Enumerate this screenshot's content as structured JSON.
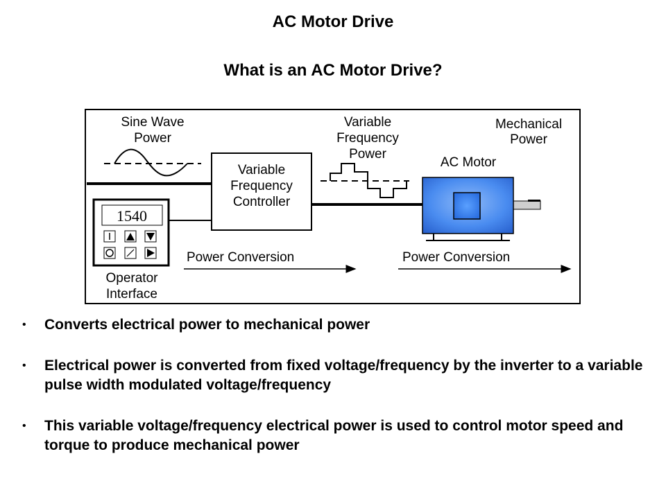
{
  "slide": {
    "title": "AC Motor Drive",
    "subtitle": "What is an AC Motor Drive?"
  },
  "diagram": {
    "sine_wave_label": [
      "Sine Wave",
      "Power"
    ],
    "controller_label": [
      "Variable",
      "Frequency",
      "Controller"
    ],
    "vf_power_label": [
      "Variable",
      "Frequency",
      "Power"
    ],
    "motor_label": "AC Motor",
    "mechanical_label": [
      "Mechanical",
      "Power"
    ],
    "operator_label": [
      "Operator",
      "Interface"
    ],
    "display_value": "1540",
    "conversion_label_1": "Power Conversion",
    "conversion_label_2": "Power Conversion",
    "motor_color": "#3a7fe8"
  },
  "bullets": [
    {
      "marker": "•",
      "text": "Converts electrical power to mechanical power"
    },
    {
      "marker": "•",
      "text": "Electrical power is converted from fixed voltage/frequency by the inverter to a variable pulse width modulated voltage/frequency"
    },
    {
      "marker": "•",
      "text": "This variable voltage/frequency electrical power is used to control motor speed and torque to produce mechanical power"
    }
  ]
}
